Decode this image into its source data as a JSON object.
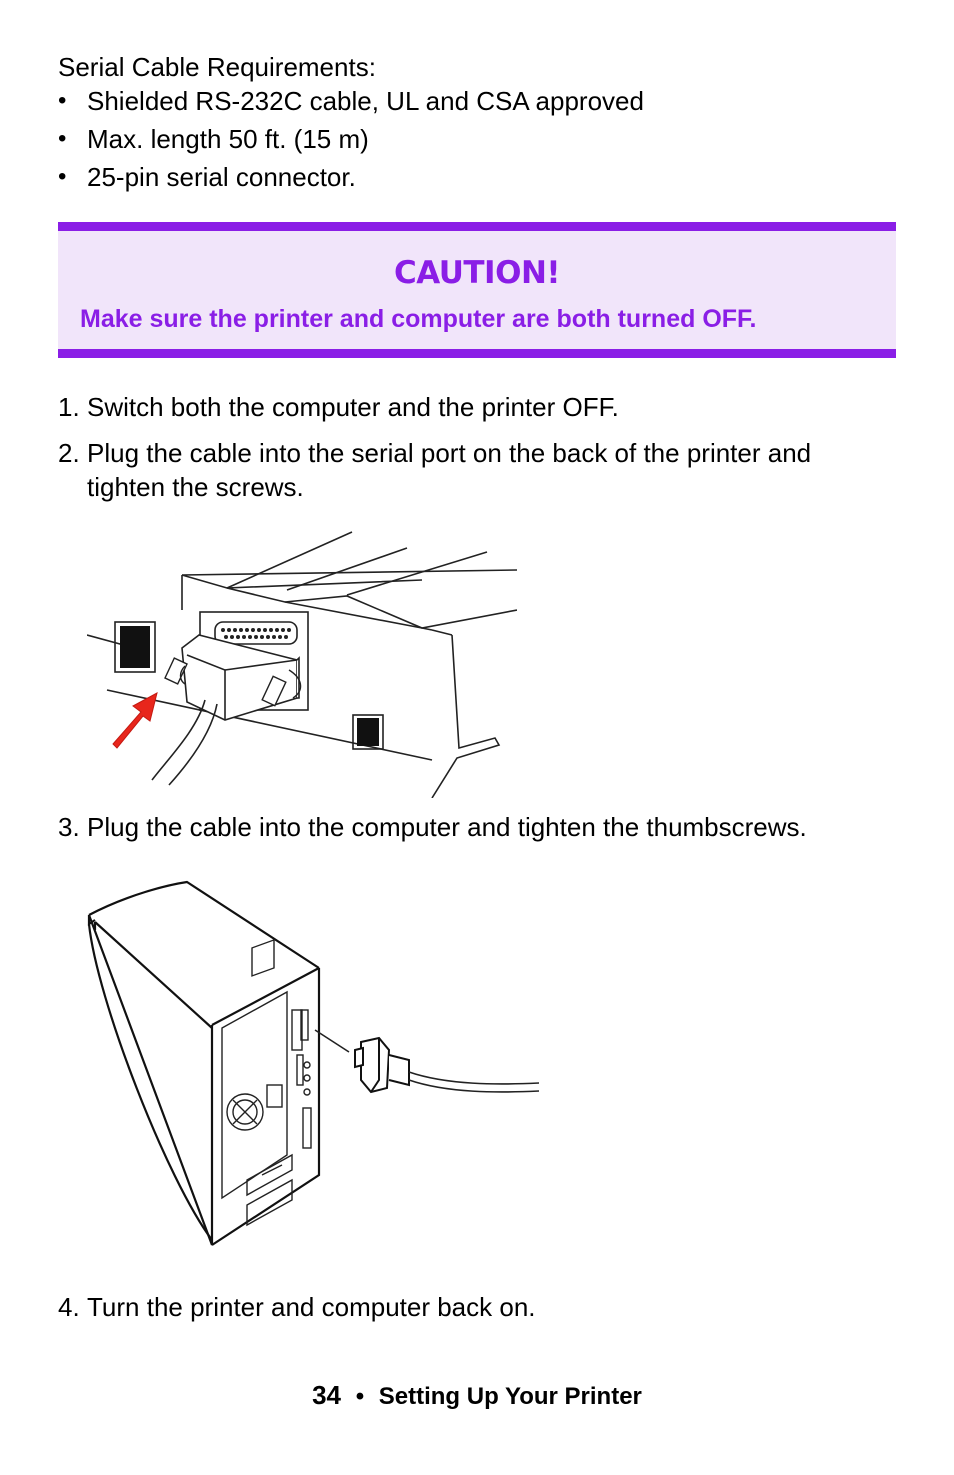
{
  "requirements": {
    "heading": "Serial Cable Requirements:",
    "bullet_char": "•",
    "items": [
      "Shielded RS-232C cable, UL and CSA approved",
      "Max. length 50 ft. (15 m)",
      "25-pin serial connector."
    ]
  },
  "caution": {
    "title": "CAUTION!",
    "message": "Make sure the printer and computer are both turned OFF.",
    "accent_color": "#8a1ee6",
    "background_color": "#f1e5fa"
  },
  "steps": [
    {
      "number": "1.",
      "lines": [
        "Switch both the computer and the printer OFF."
      ]
    },
    {
      "number": "2.",
      "lines": [
        "Plug the cable into the serial port on the back of the printer and",
        "tighten the screws."
      ]
    },
    {
      "number": "3.",
      "lines": [
        "Plug the cable into the computer and tighten the thumbscrews."
      ]
    },
    {
      "number": "4.",
      "lines": [
        "Turn the printer and computer back on."
      ]
    }
  ],
  "figures": {
    "printer": {
      "icon": "printer-serial-port-illustration",
      "arrow_color": "#e8261c"
    },
    "computer": {
      "icon": "computer-tower-illustration"
    }
  },
  "footer": {
    "page_number": "34",
    "separator": "•",
    "section": "Setting Up Your Printer"
  }
}
